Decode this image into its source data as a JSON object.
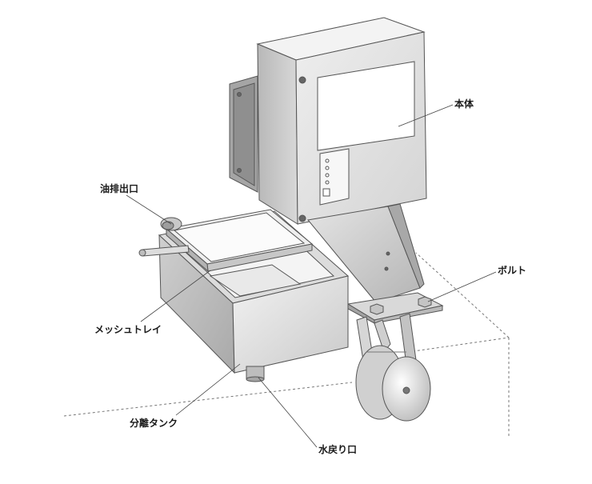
{
  "labels": {
    "main_body": "本体",
    "bolt": "ボルト",
    "oil_outlet": "油排出口",
    "mesh_tray": "メッシュトレイ",
    "separation_tank": "分離タンク",
    "water_return": "水戻り口"
  },
  "colors": {
    "line": "#555555",
    "metal_light": "#e6e6e6",
    "metal_mid": "#c8c8c8",
    "metal_dark": "#9a9a9a",
    "panel_white": "#ffffff",
    "label_text": "#1a1a1a"
  }
}
